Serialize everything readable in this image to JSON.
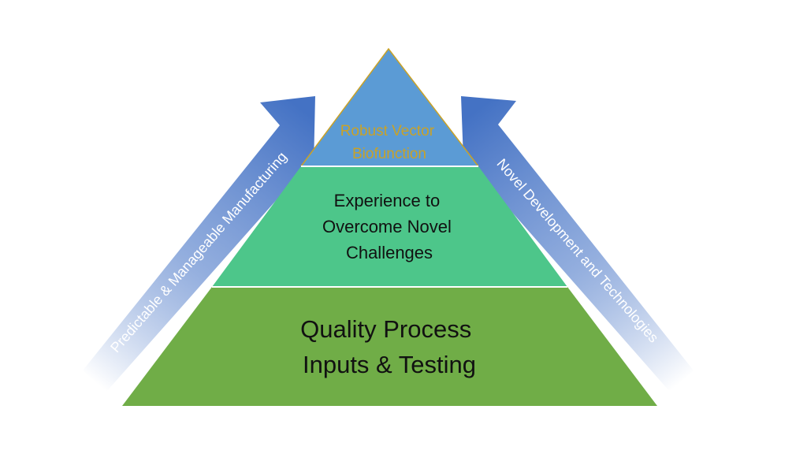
{
  "pyramid": {
    "top": {
      "lines": [
        "Robust Vector",
        "Biofunction"
      ],
      "fill": "#5b9bd5",
      "text_color": "#c9a227",
      "edge_color": "#c9a227"
    },
    "middle": {
      "lines": [
        "Experience to",
        "Overcome Novel",
        "Challenges"
      ],
      "fill": "#4dc68a",
      "text_color": "#111111"
    },
    "bottom": {
      "lines": [
        "Quality Process",
        "Inputs & Testing"
      ],
      "fill": "#70ad47",
      "text_color": "#111111"
    }
  },
  "arrows": {
    "left": {
      "label": "Predictable & Manageable Manufacturing",
      "color": "#4472c4"
    },
    "right": {
      "label": "Novel Development and Technologies",
      "color": "#4472c4"
    }
  }
}
